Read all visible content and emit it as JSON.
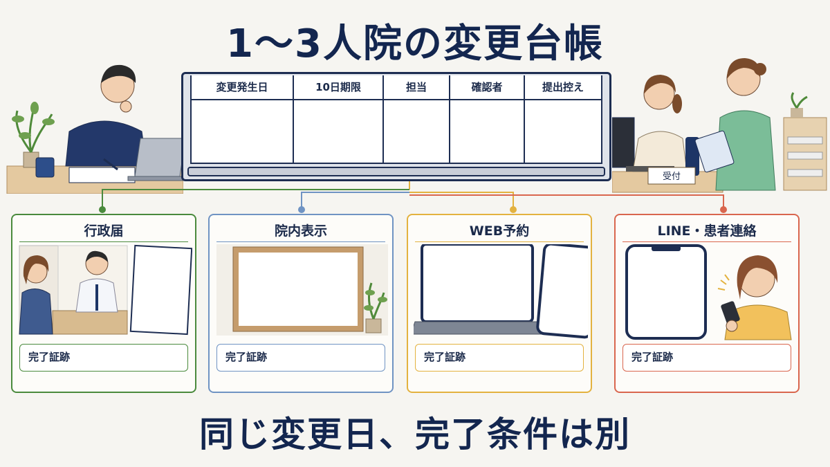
{
  "title": "1〜3人院の変更台帳",
  "ledger": {
    "columns": [
      "変更発生日",
      "10日期限",
      "担当",
      "確認者",
      "提出控え"
    ]
  },
  "reception_sign": "受付",
  "panels": [
    {
      "title": "行政届",
      "color": "#4a8a3d",
      "evidence": "完了証跡"
    },
    {
      "title": "院内表示",
      "color": "#6f93c3",
      "evidence": "完了証跡"
    },
    {
      "title": "WEB予約",
      "color": "#e3b23f",
      "evidence": "完了証跡"
    },
    {
      "title": "LINE・患者連絡",
      "color": "#d9664e",
      "evidence": "完了証跡"
    }
  ],
  "bottom_text": "同じ変更日、完了条件は別"
}
